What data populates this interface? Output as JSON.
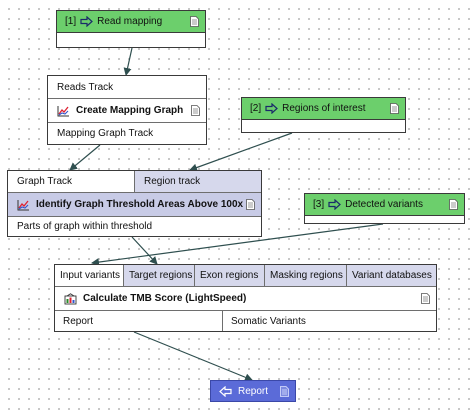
{
  "inputs": {
    "read_mapping": {
      "index": "[1]",
      "label": "Read mapping"
    },
    "regions_of_interest": {
      "index": "[2]",
      "label": "Regions of interest"
    },
    "detected_variants": {
      "index": "[3]",
      "label": "Detected variants"
    }
  },
  "create_mapping_graph": {
    "input_label": "Reads Track",
    "title": "Create Mapping Graph",
    "output_label": "Mapping Graph Track"
  },
  "identify_threshold": {
    "inputs": [
      "Graph Track",
      "Region track"
    ],
    "title": "Identify Graph Threshold Areas Above 100x",
    "output_label": "Parts of graph within threshold"
  },
  "calculate_tmb": {
    "inputs": [
      "Input variants",
      "Target regions",
      "Exon regions",
      "Masking regions",
      "Variant databases"
    ],
    "title": "Calculate TMB Score (LightSpeed)",
    "outputs": [
      "Report",
      "Somatic Variants"
    ]
  },
  "output": {
    "label": "Report"
  },
  "colors": {
    "input_green": "#6ccf6c",
    "output_blue": "#5b6bd8",
    "port_shade": "#d6d8ec",
    "edge": "#2f4f4f"
  },
  "icons": {
    "input_arrow": "arrow-right-outline-icon",
    "output_arrow": "arrow-left-outline-icon",
    "document": "document-icon",
    "graph_tool": "line-graph-icon",
    "tmb_tool": "tmb-report-icon"
  }
}
